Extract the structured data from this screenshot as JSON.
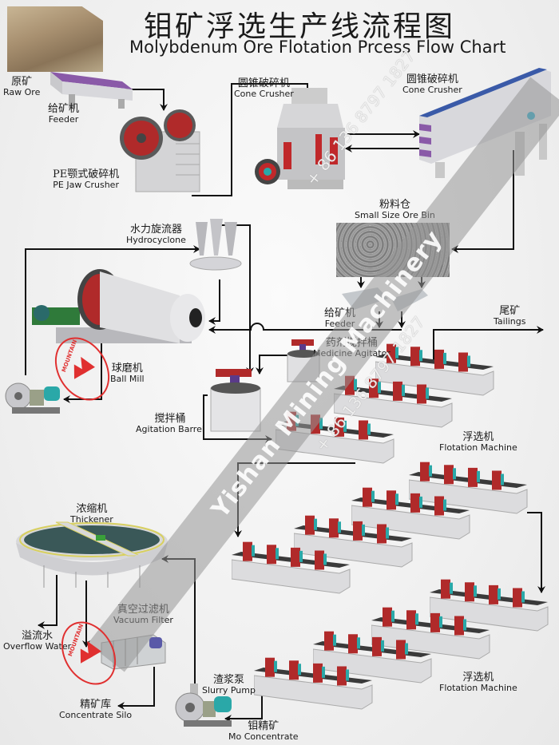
{
  "title": {
    "cn": "钼矿浮选生产线流程图",
    "en": "Molybdenum Ore Flotation Prcess Flow Chart"
  },
  "nodes": {
    "raw_ore": {
      "cn": "原矿",
      "en": "Raw Ore"
    },
    "feeder_1": {
      "cn": "给矿机",
      "en": "Feeder"
    },
    "jaw_crusher": {
      "cn": "PE颚式破碎机",
      "en": "PE Jaw Crusher"
    },
    "cone_crusher": {
      "cn": "圆锥破碎机",
      "en": "Cone Crusher"
    },
    "vibrating_screen": {
      "cn": "圆锥破碎机",
      "en": "Cone Crusher"
    },
    "ore_bin": {
      "cn": "粉料仓",
      "en": "Small Size Ore Bin"
    },
    "feeder_2": {
      "cn": "给矿机",
      "en": "Feeder"
    },
    "hydrocyclone": {
      "cn": "水力旋流器",
      "en": "Hydrocyclone"
    },
    "ball_mill": {
      "cn": "球磨机",
      "en": "Ball Mill"
    },
    "tailings": {
      "cn": "尾矿",
      "en": "Tailings"
    },
    "medicine_agitator": {
      "cn": "药剂搅拌桶",
      "en": "Medicine Agitator"
    },
    "agitation_barrel": {
      "cn": "搅拌桶",
      "en": "Agitation Barrel"
    },
    "flotation_machine_1": {
      "cn": "浮选机",
      "en": "Flotation Machine"
    },
    "thickener": {
      "cn": "浓缩机",
      "en": "Thickener"
    },
    "vacuum_filter": {
      "cn": "真空过滤机",
      "en": "Vacuum Filter"
    },
    "overflow_water": {
      "cn": "溢流水",
      "en": "Overflow Water"
    },
    "slurry_pump": {
      "cn": "渣浆泵",
      "en": "Slurry Pump"
    },
    "flotation_machine_2": {
      "cn": "浮选机",
      "en": "Flotation Machine"
    },
    "concentrate_silo": {
      "cn": "精矿库",
      "en": "Concentrate Silo"
    },
    "mo_concentrate": {
      "cn": "钼精矿",
      "en": "Mo Concentrate"
    }
  },
  "watermark": {
    "company": "Yishan Mining Machinery",
    "phone": "+ 86 136 8797 1827",
    "stamp": "MOUNTAIN"
  },
  "colors": {
    "machine_red": "#b02a2a",
    "screen_purple": "#8a5aa8",
    "motor_teal": "#2aa8a8",
    "gear_green": "#2f7a3a",
    "arrow": "#111111",
    "stamp_red": "#e03030"
  }
}
